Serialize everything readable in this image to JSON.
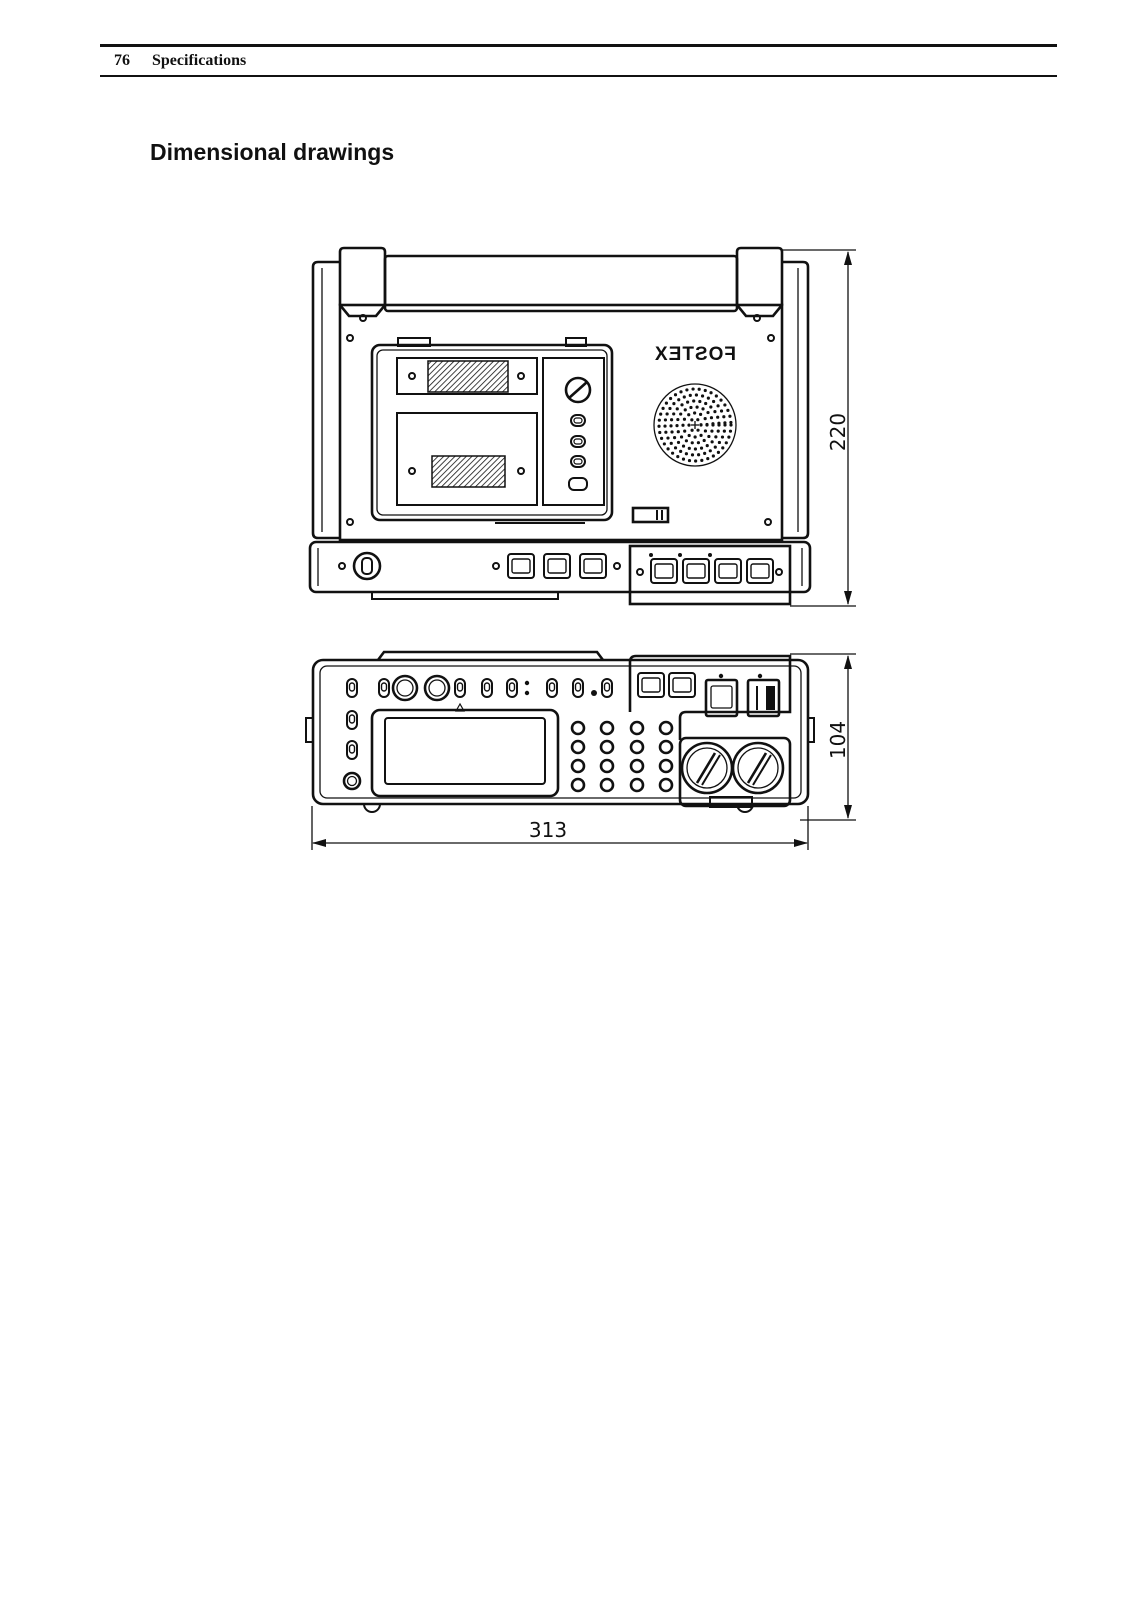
{
  "header": {
    "page_number": "76",
    "section": "Specifications"
  },
  "title": "Dimensional drawings",
  "logo": {
    "text": "FOSTEX"
  },
  "dimensions": {
    "front_height": "220",
    "top_depth": "104",
    "width": "313"
  }
}
